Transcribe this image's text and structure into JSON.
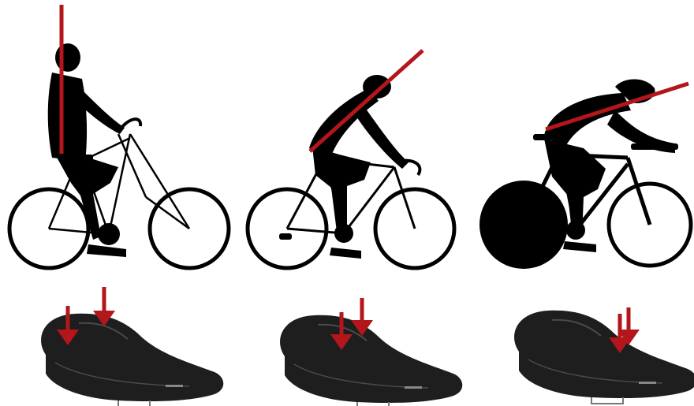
{
  "colors": {
    "silhouette": "#000000",
    "saddle_body": "#1e1e1e",
    "saddle_highlight": "#4a4a4a",
    "posture_line": "#b3161b",
    "pressure_arrow": "#b3161b",
    "background": "#ffffff"
  },
  "panels": [
    {
      "id": "upright",
      "rider_icon": "upright-city-rider-silhouette",
      "posture_line_angle_deg": 90,
      "saddle_pressure_arrows": 2,
      "pressure_zone": "rear"
    },
    {
      "id": "road",
      "rider_icon": "road-cyclist-silhouette",
      "posture_line_angle_deg": 45,
      "saddle_pressure_arrows": 2,
      "pressure_zone": "middle"
    },
    {
      "id": "aero",
      "rider_icon": "time-trial-rider-silhouette",
      "posture_line_angle_deg": 15,
      "saddle_pressure_arrows": 2,
      "pressure_zone": "front"
    }
  ]
}
